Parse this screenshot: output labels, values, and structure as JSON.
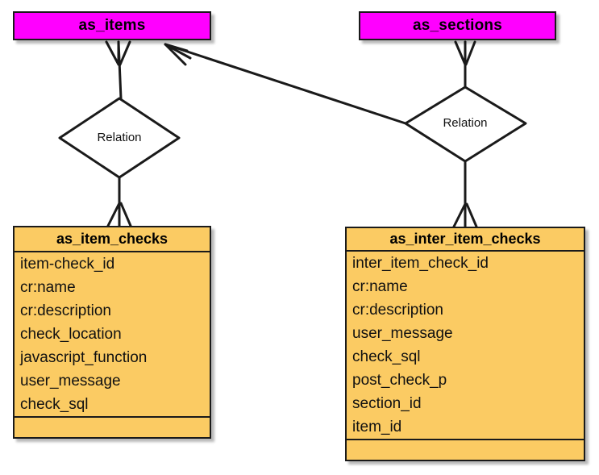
{
  "diagram": {
    "type": "entity-relationship-diagram",
    "background": "#ffffff",
    "entity_fill": "#ff00ff",
    "table_fill": "#fbcb63",
    "line_color": "#1a1a1a"
  },
  "entities": [
    {
      "id": "as_items",
      "label": "as_items"
    },
    {
      "id": "as_sections",
      "label": "as_sections"
    }
  ],
  "relations": [
    {
      "id": "relation-left",
      "label": "Relation"
    },
    {
      "id": "relation-right",
      "label": "Relation"
    }
  ],
  "tables": [
    {
      "id": "as_item_checks",
      "title": "as_item_checks",
      "fields": [
        "item-check_id",
        "cr:name",
        "cr:description",
        "check_location",
        "javascript_function",
        "user_message",
        "check_sql"
      ]
    },
    {
      "id": "as_inter_item_checks",
      "title": "as_inter_item_checks",
      "fields": [
        "inter_item_check_id",
        "cr:name",
        "cr:description",
        "user_message",
        "check_sql",
        "post_check_p",
        "section_id",
        "item_id"
      ]
    }
  ]
}
